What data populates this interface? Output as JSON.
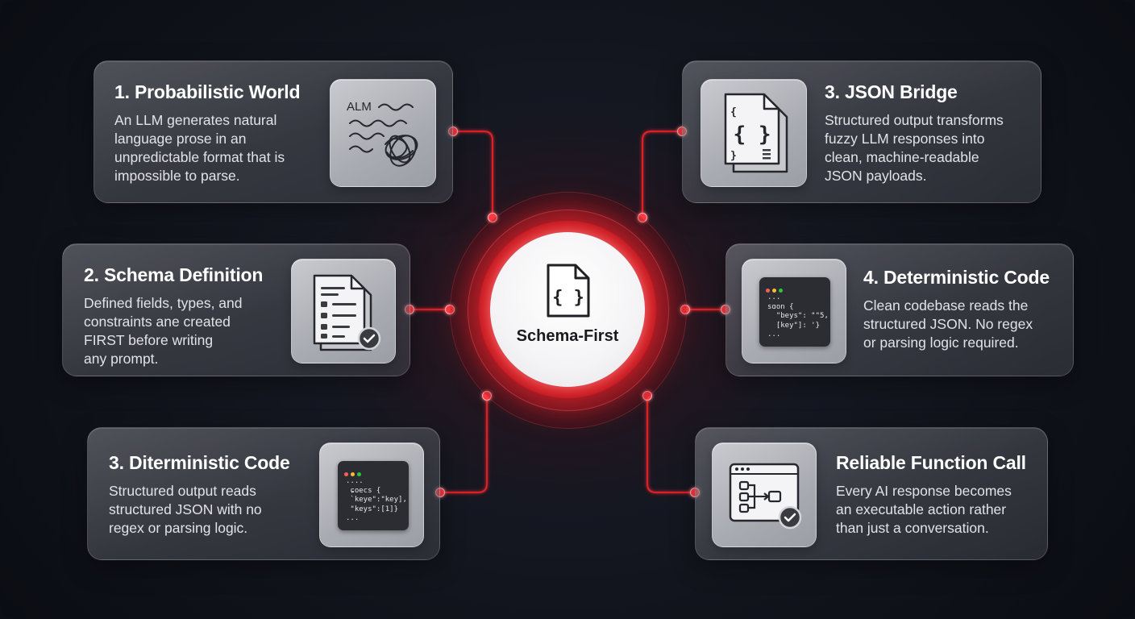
{
  "hub": {
    "label": "Schema-First",
    "icon": "schema-document-icon",
    "accent": "#e0262d"
  },
  "cards": {
    "probabilistic": {
      "title": "1. Probabilistic World",
      "body": [
        "An LLM generates natural",
        "language prose in an",
        "unpredictable format that is",
        "impossible to parse."
      ],
      "icon": "tangled-text-icon",
      "icon_text": "ALM"
    },
    "schema_definition": {
      "title": "2. Schema Definition",
      "body": [
        "Defined fields, types, and",
        "constraints ane created",
        "FIRST before writing",
        "any prompt."
      ],
      "icon": "checklist-document-icon"
    },
    "diterministic": {
      "title": "3. Diterministic Code",
      "body": [
        "Structured output reads",
        "structured JSON with no",
        "regex or parsing logic."
      ],
      "icon": "code-terminal-icon",
      "code": [
        "....",
        " ɕoecs {",
        " `keye\":\"key],",
        " \"keys\":[1]}",
        "..."
      ]
    },
    "json_bridge": {
      "title": "3. JSON Bridge",
      "body": [
        "Structured output transforms",
        "fuzzy LLM responses into",
        "clean, machine-readable",
        "JSON payloads."
      ],
      "icon": "json-documents-icon"
    },
    "deterministic": {
      "title": "4. Deterministic Code",
      "body": [
        "Clean codebase reads the",
        "structured JSON. No regex",
        "or parsing logic required."
      ],
      "icon": "code-terminal-icon",
      "code": [
        "...",
        "sɑon {",
        "  \"beys\": \"\"5,",
        "  [key\"]: '}",
        "..."
      ]
    },
    "function_call": {
      "title": "Reliable Function Call",
      "body": [
        "Every AI response becomes",
        "an executable action rather",
        "than just a conversation."
      ],
      "icon": "flow-window-check-icon"
    }
  },
  "colors": {
    "background": "#12141d",
    "wire": "#d8232b",
    "node": "#ff3b42",
    "card_title": "#ffffff",
    "card_body": "#e2e3e8"
  }
}
